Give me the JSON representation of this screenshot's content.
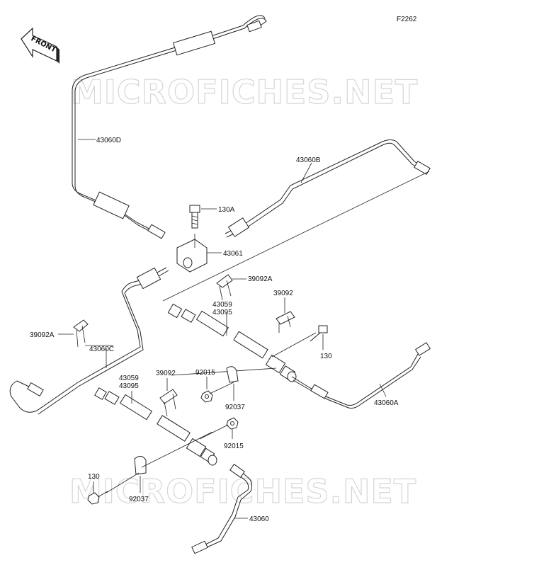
{
  "figure_code": "F2262",
  "front_arrow": "FRONT",
  "watermark": "MICROFICHES.NET",
  "labels": {
    "p43060D": "43060D",
    "p43060B": "43060B",
    "p130A": "130A",
    "p43061": "43061",
    "p39092A_upper": "39092A",
    "p43059_upper": "43059",
    "p43095_upper": "43095",
    "p39092_upper": "39092",
    "p130_right": "130",
    "p39092A_left": "39092A",
    "p43060C": "43060C",
    "p43059_lower": "43059",
    "p43095_lower": "43095",
    "p39092_lower": "39092",
    "p92015_upper": "92015",
    "p92037_upper": "92037",
    "p43060A": "43060A",
    "p92015_lower": "92015",
    "p130_left": "130",
    "p92037_lower": "92037",
    "p43060": "43060"
  }
}
